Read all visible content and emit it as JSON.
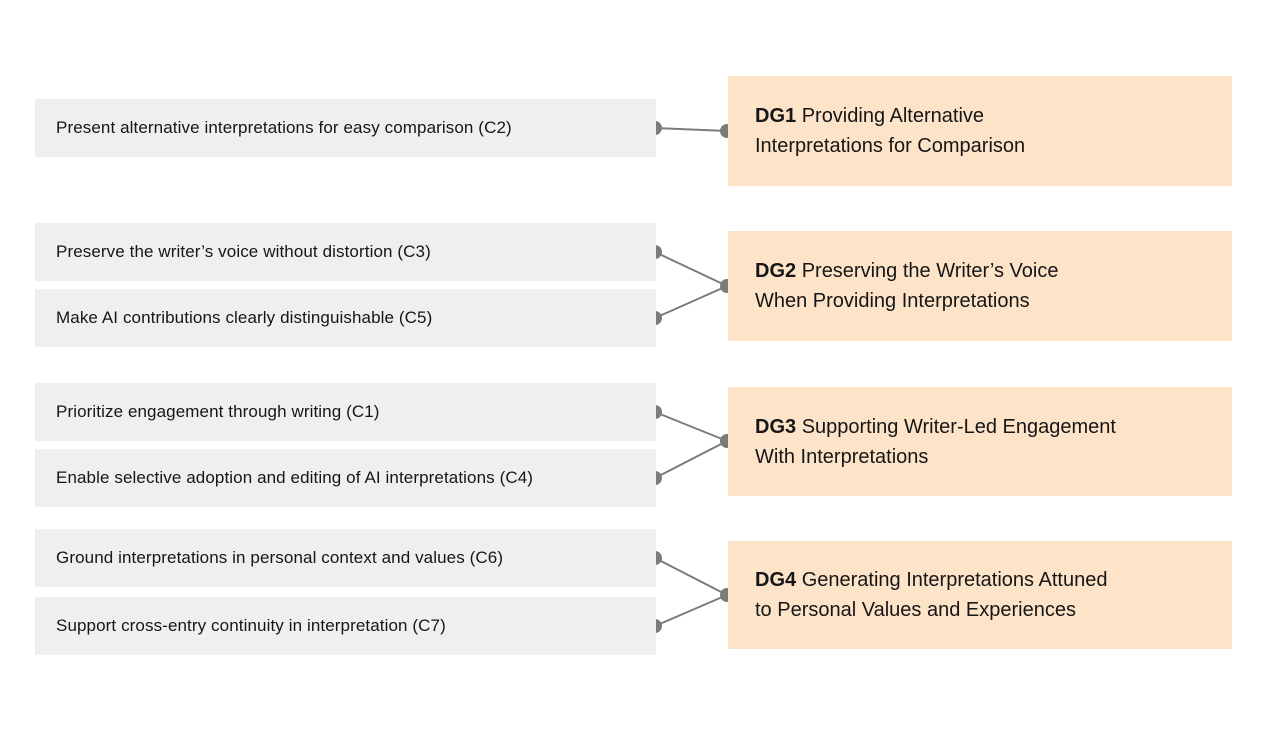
{
  "diagram": {
    "criteria": [
      {
        "text": "Present alternative interpretations for easy comparison (C2)"
      },
      {
        "text": "Preserve the writer’s voice without distortion (C3)"
      },
      {
        "text": "Make AI contributions clearly distinguishable (C5)"
      },
      {
        "text": "Prioritize engagement through writing (C1)"
      },
      {
        "text": "Enable selective adoption and editing of AI interpretations (C4)"
      },
      {
        "text": "Ground interpretations in personal context and values (C6)"
      },
      {
        "text": "Support cross-entry continuity in interpretation (C7)"
      }
    ],
    "goals": [
      {
        "code": "DG1",
        "title": "Providing Alternative\nInterpretations for Comparison"
      },
      {
        "code": "DG2",
        "title": "Preserving the Writer’s Voice\nWhen Providing Interpretations"
      },
      {
        "code": "DG3",
        "title": "Supporting Writer-Led Engagement\nWith Interpretations"
      },
      {
        "code": "DG4",
        "title": "Generating Interpretations Attuned\nto Personal Values and Experiences"
      }
    ],
    "colors": {
      "criterion_bg": "#EFEFEF",
      "goal_bg": "#FDE4C8",
      "connector": "#7B7B7B",
      "text": "#161616"
    }
  }
}
